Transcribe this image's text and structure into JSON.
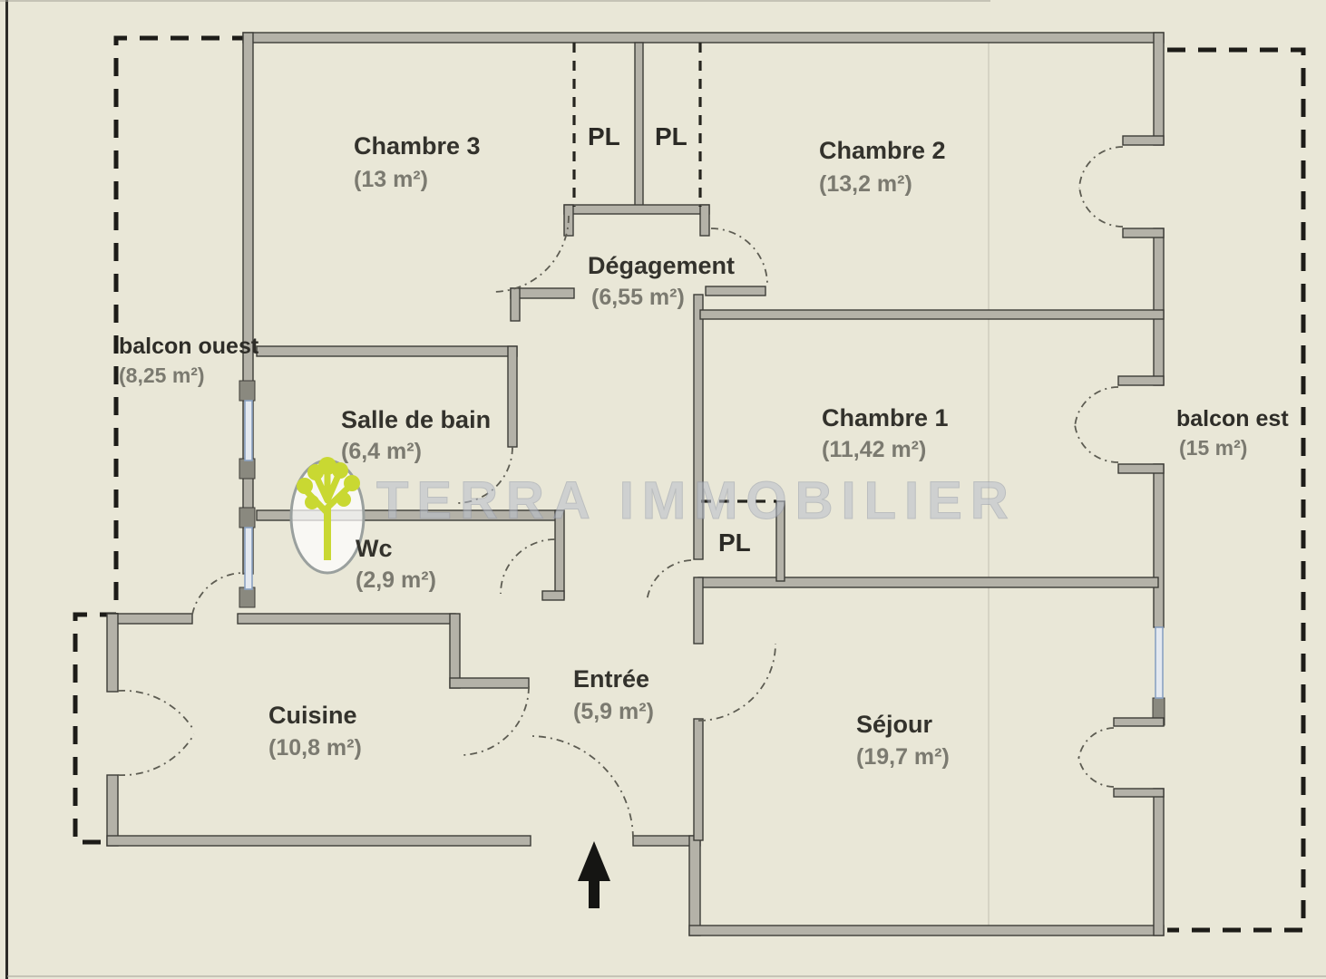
{
  "watermark": {
    "brand": "TERRA IMMOBILIER",
    "logo": "tree-icon",
    "text_color": "#b9bfcc",
    "tree_color": "#c9d832"
  },
  "plan": {
    "type": "apartment-floor-plan",
    "rooms": [
      {
        "id": "chambre3",
        "name": "Chambre 3",
        "area": "(13 m²)"
      },
      {
        "id": "chambre2",
        "name": "Chambre 2",
        "area": "(13,2 m²)"
      },
      {
        "id": "degagement",
        "name": "Dégagement",
        "area": "(6,55 m²)"
      },
      {
        "id": "salle_de_bain",
        "name": "Salle de bain",
        "area": "(6,4 m²)"
      },
      {
        "id": "chambre1",
        "name": "Chambre 1",
        "area": "(11,42 m²)"
      },
      {
        "id": "wc",
        "name": "Wc",
        "area": "(2,9 m²)"
      },
      {
        "id": "cuisine",
        "name": "Cuisine",
        "area": "(10,8 m²)"
      },
      {
        "id": "entree",
        "name": "Entrée",
        "area": "(5,9 m²)"
      },
      {
        "id": "sejour",
        "name": "Séjour",
        "area": "(19,7 m²)"
      }
    ],
    "balconies": [
      {
        "id": "balcon_ouest",
        "name": "balcon ouest",
        "area": "(8,25 m²)"
      },
      {
        "id": "balcon_est",
        "name": "balcon est",
        "area": "(15 m²)"
      }
    ],
    "closets": [
      {
        "label": "PL"
      },
      {
        "label": "PL"
      },
      {
        "label": "PL"
      }
    ],
    "colors": {
      "paper": "#e9e7d7",
      "wall_fill": "#b4b2a8",
      "wall_line": "#3d3c37",
      "window": "#8ba2c2",
      "dash": "#1d1c18"
    }
  }
}
